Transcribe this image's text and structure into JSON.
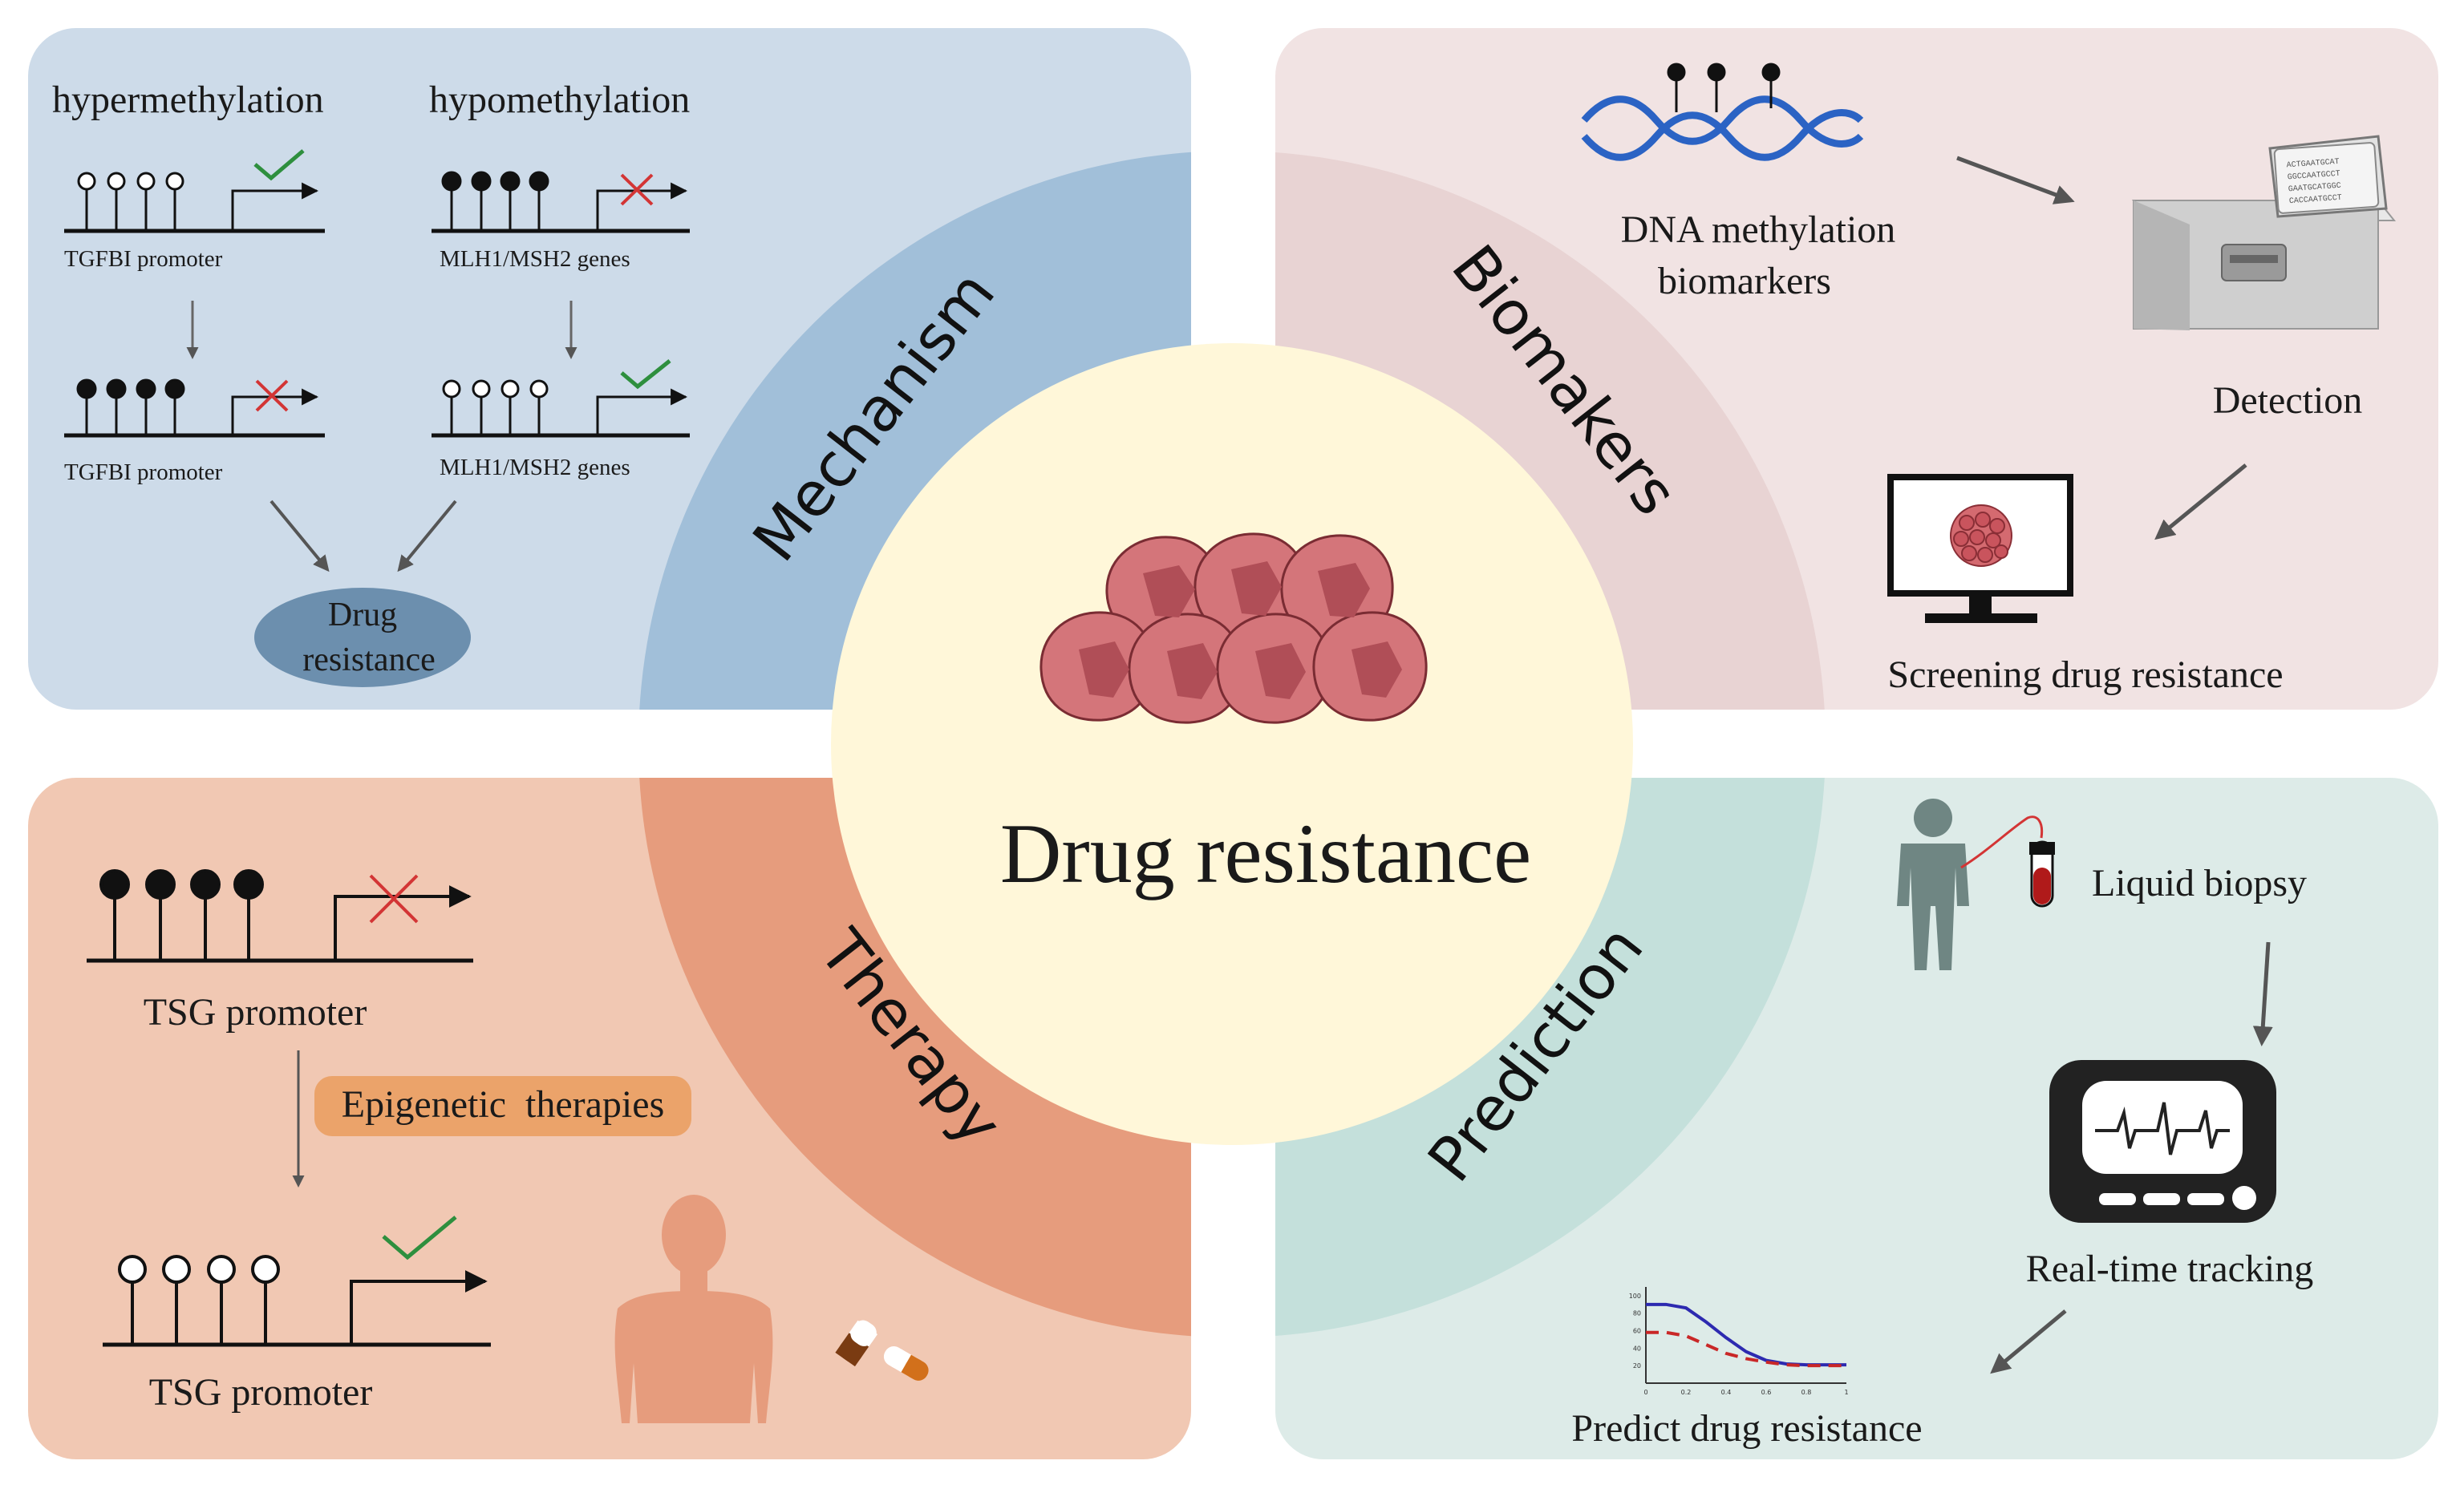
{
  "center": {
    "title": "Drug resistance"
  },
  "quadrants": {
    "mechanism": {
      "arc_label": "Mechanism",
      "hyper_title": "hypermethylation",
      "hypo_title": "hypomethylation",
      "gene_tgfbi_1": "TGFBI promoter",
      "gene_tgfbi_2": "TGFBI promoter",
      "gene_mlh1_1": "MLH1/MSH2 genes",
      "gene_mlh1_2": "MLH1/MSH2 genes",
      "outcome_line1": "Drug",
      "outcome_line2": "resistance"
    },
    "biomarkers": {
      "arc_label": "Biomakers",
      "dna_line1": "DNA methylation",
      "dna_line2": "biomarkers",
      "detection": "Detection",
      "screening": "Screening drug resistance",
      "sequencer_lines": [
        "ACTGAATGCAT",
        "GGCCAATGCCT",
        "GAATGCATGGC",
        "CACCAATGCCT"
      ]
    },
    "therapy": {
      "arc_label": "Therapy",
      "promoter_top": "TSG promoter",
      "promoter_bottom": "TSG promoter",
      "treatment": "Epigenetic  therapies"
    },
    "prediction": {
      "arc_label": "Prediction",
      "liquid_biopsy": "Liquid biopsy",
      "tracking": "Real-time tracking",
      "predict": "Predict drug resistance",
      "mini_chart": {
        "y_ticks": [
          "100",
          "80",
          "60",
          "40",
          "20"
        ],
        "x_ticks": [
          "0",
          "0.2",
          "0.4",
          "0.6",
          "0.8",
          "1"
        ],
        "series": [
          {
            "x": [
              0,
              0.1,
              0.2,
              0.3,
              0.4,
              0.5,
              0.6,
              0.7,
              0.8,
              0.9,
              1.0
            ],
            "y": [
              90,
              90,
              86,
              70,
              52,
              36,
              26,
              22,
              21,
              21,
              21
            ]
          },
          {
            "x": [
              0,
              0.1,
              0.2,
              0.3,
              0.4,
              0.5,
              0.6,
              0.7,
              0.8,
              0.9,
              1.0
            ],
            "y": [
              58,
              58,
              54,
              44,
              34,
              28,
              24,
              21,
              20,
              20,
              20
            ]
          }
        ]
      }
    }
  },
  "colors": {
    "mechanism_bg": "#cddbe9",
    "mechanism_arc": "#a1bfd9",
    "biomarkers_bg": "#f1e3e3",
    "biomarkers_arc": "#e8d3d3",
    "therapy_bg": "#f1c8b3",
    "therapy_arc": "#e69c7d",
    "prediction_bg": "#ddebe8",
    "prediction_arc": "#c4e0db",
    "center": "#fff7d9",
    "cell_fill": "#d4757a",
    "cell_nucleus": "#b04e57",
    "check_green": "#2e8f3e",
    "cross_red": "#d33535",
    "therapy_tag": "#eba36a",
    "chart_blue": "#2d2ab0",
    "chart_red": "#c92727"
  }
}
